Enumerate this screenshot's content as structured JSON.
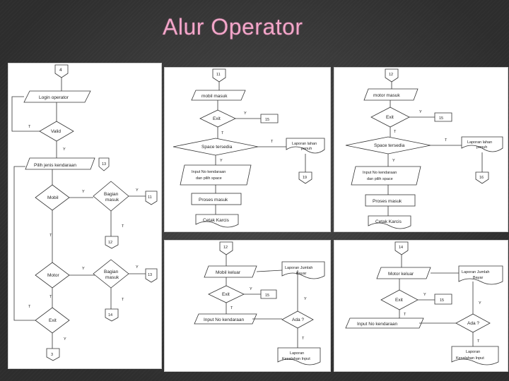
{
  "title": "Alur Operator",
  "panel_a": {
    "start": "4",
    "login": "Login operator",
    "valid": "Valid",
    "valid_no": "T",
    "valid_yes": "Y",
    "pilih": "Pilih jenis kendaraan",
    "pilih_off": "13",
    "mobil": "Mobil",
    "mobil_yes": "Y",
    "mobil_no": "T",
    "bagian": "Bagian",
    "masuk": "masuk",
    "bagian_yes": "Y",
    "bagian_no": "T",
    "off11": "11",
    "off12": "12",
    "motor": "Motor",
    "motor_yes": "Y",
    "motor_no": "T",
    "bagian2": "Bagian",
    "masuk2": "masuk",
    "bagian2_yes": "Y",
    "bagian2_no": "T",
    "off13": "13",
    "off14": "14",
    "exit": "Exit",
    "exit_no": "T",
    "exit_yes": "Y",
    "off3": "3"
  },
  "panel_b": {
    "start": "11",
    "input": "mobil masuk",
    "exit": "Exit",
    "exit_yes": "Y",
    "exit_off": "15",
    "exit_no": "T",
    "space": "Space tersedia",
    "space_no": "T",
    "space_yes": "Y",
    "input2a": "Input No kendaraan",
    "input2b": "dan pilih space",
    "proses": "Proses masuk",
    "cetak": "Cetak Karcis",
    "laporan_a": "Laporan lahan",
    "laporan_b": "penuh",
    "off": "19"
  },
  "panel_c": {
    "start": "12",
    "input": "motor masuk",
    "exit": "Exit",
    "exit_yes": "Y",
    "exit_off": "15",
    "exit_no": "T",
    "space": "Space tersedia",
    "space_no": "T",
    "space_yes": "Y",
    "input2a": "Input No kendaraan",
    "input2b": "dan pilih space",
    "proses": "Proses masuk",
    "cetak": "Cetak Karcis",
    "laporan_a": "Laporan lahan",
    "laporan_b": "penuh",
    "off": "16"
  },
  "panel_d": {
    "start": "12",
    "keluar": "Mobil keluar",
    "laporan_a": "Laporan Jumlah",
    "laporan_b": "Bayar",
    "exit": "Exit",
    "exit_yes": "Y",
    "exit_off": "15",
    "exit_no": "T",
    "input": "Input No kendaraan",
    "ada": "Ada ?",
    "ada_yes": "Y",
    "ada_no": "T",
    "kes_a": "Laporan",
    "kes_b": "Kesalahan Input"
  },
  "panel_e": {
    "start": "14",
    "keluar": "Motor keluar",
    "laporan_a": "Laporan Jumlah",
    "laporan_b": "Bayar",
    "exit": "Exit",
    "exit_yes": "Y",
    "exit_off": "15",
    "exit_no": "T",
    "input": "Input No kendaraan",
    "ada": "Ada ?",
    "ada_yes": "Y",
    "ada_no": "T",
    "kes_a": "Laporan",
    "kes_b": "Kesalahan Input"
  }
}
